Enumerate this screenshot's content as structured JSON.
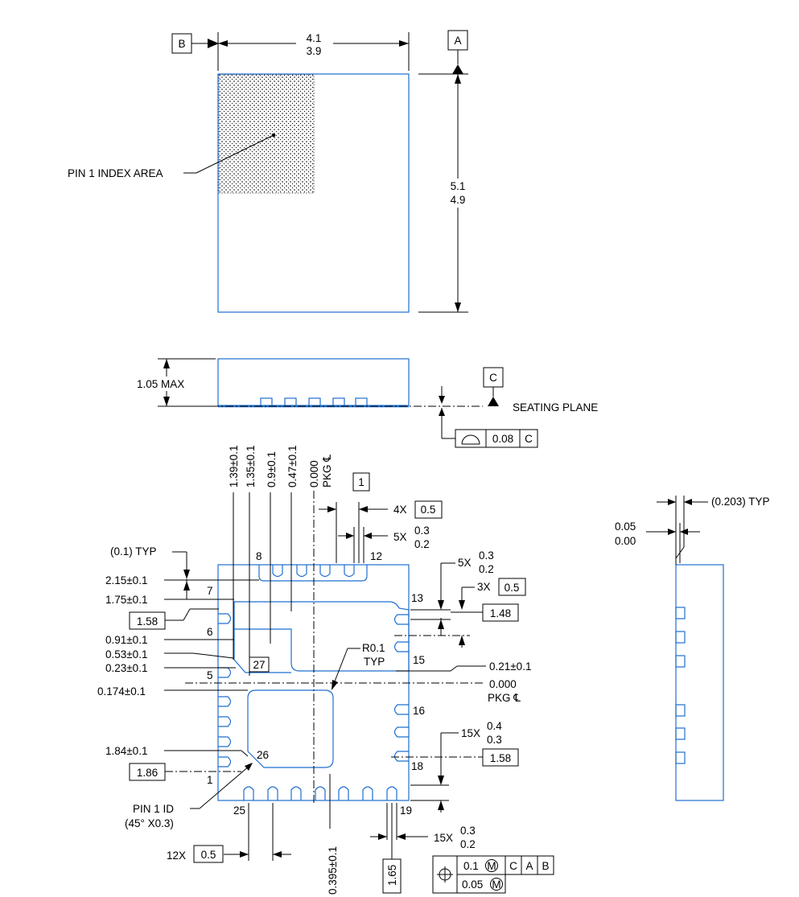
{
  "top_view": {
    "datum_b": "B",
    "datum_a": "A",
    "width_max": "4.1",
    "width_min": "3.9",
    "height_max": "5.1",
    "height_min": "4.9",
    "pin1_index_label": "PIN 1 INDEX AREA"
  },
  "side_view": {
    "height_label": "1.05 MAX",
    "datum_c": "C",
    "seating_plane_label": "SEATING PLANE",
    "flatness_tol": "0.08",
    "flatness_datum": "C"
  },
  "bottom_view": {
    "vertical_dims": [
      "1.39±0.1",
      "1.35±0.1",
      "0.9±0.1",
      "0.47±0.1",
      "0.000",
      "PKG ℄"
    ],
    "note_flag": "1",
    "pitch_4x_prefix": "4X",
    "pitch_4x": "0.5",
    "lead_5x_prefix": "5X",
    "lead_5x_max": "0.3",
    "lead_5x_min": "0.2",
    "typ_01": "(0.1) TYP",
    "left_dims": [
      "2.15±0.1",
      "1.75±0.1",
      "0.91±0.1",
      "0.53±0.1",
      "0.23±0.1",
      "0.174±0.1",
      "1.84±0.1"
    ],
    "box_158_left": "1.58",
    "box_186": "1.86",
    "pin_numbers": [
      "8",
      "12",
      "7",
      "13",
      "6",
      "27",
      "5",
      "15",
      "16",
      "18",
      "26",
      "1",
      "25",
      "19"
    ],
    "radius_label": "R0.1",
    "radius_typ": "TYP",
    "right_5x_prefix": "5X",
    "right_5x_max": "0.3",
    "right_5x_min": "0.2",
    "right_3x_prefix": "3X",
    "right_3x": "0.5",
    "box_148": "1.48",
    "dim_021": "0.21±0.1",
    "dim_0000": "0.000",
    "pkg_cl": "PKG ℄",
    "right_15x_prefix": "15X",
    "right_15x_max": "0.4",
    "right_15x_min": "0.3",
    "box_158_right": "1.58",
    "pin1_id_label": "PIN 1 ID",
    "pin1_id_chamfer": "(45° X0.3)",
    "pitch_12x_prefix": "12X",
    "pitch_12x": "0.5",
    "dim_0395": "0.395±0.1",
    "box_165": "1.65",
    "bottom_15x_prefix": "15X",
    "bottom_15x_max": "0.3",
    "bottom_15x_min": "0.2",
    "fcf_tol1": "0.1",
    "fcf_tol2": "0.05",
    "fcf_datums": [
      "C",
      "A",
      "B"
    ]
  },
  "detail_view": {
    "typ_0203": "(0.203) TYP",
    "standoff_max": "0.05",
    "standoff_min": "0.00"
  }
}
